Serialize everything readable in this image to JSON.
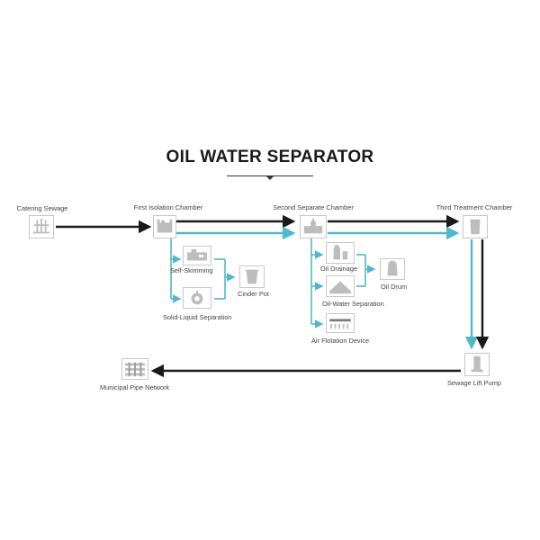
{
  "title": "OIL WATER SEPARATOR",
  "colors": {
    "main_flow": "#1a1a1a",
    "water_flow": "#4fb9c9",
    "icon": "#bdbdbd"
  },
  "nodes": {
    "catering_sewage": "Catering Sewage",
    "first_isolation_chamber": "First Isolation Chamber",
    "second_separate_chamber": "Second Separate Chamber",
    "third_treatment_chamber": "Third Treatment Chamber",
    "self_skimming": "Self-Skimming",
    "cinder_pot": "Cinder Pot",
    "solid_liquid_separation": "Solid-Liquid Separation",
    "oil_drainage": "Oil Drainage",
    "oil_drum": "Oil Drum",
    "oil_water_separation": "Oil-Water Separation",
    "air_flotation_device": "Air Flotation Device",
    "sewage_lift_pump": "Sewage Lift Pump",
    "municipal_pipe_network": "Municipal Pipe Network"
  }
}
